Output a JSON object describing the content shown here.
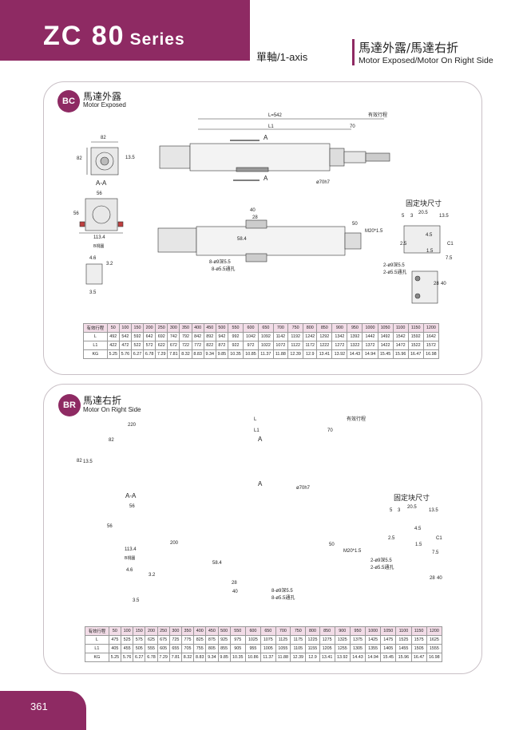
{
  "header": {
    "series_code": "ZC 80",
    "series_word": "Series",
    "axis": "單軸/1-axis",
    "title_zh": "馬達外露/馬達右折",
    "title_en": "Motor Exposed/Motor On Right Side"
  },
  "colors": {
    "brand": "#8e2a63",
    "table_header": "#f2dce7"
  },
  "section_bc": {
    "tag": "BC",
    "title_zh": "馬達外露",
    "title_en": "Motor Exposed",
    "fixed_block_title": "固定块尺寸",
    "drawing_labels": {
      "L_eq": "L=542",
      "stroke": "有效行程",
      "L1": "L1",
      "d70": "70",
      "A1": "A",
      "A2": "A",
      "phi70": "ø70h7",
      "d82": "82",
      "d82v": "82",
      "d13_5": "13.5",
      "AA": "A-A",
      "d56": "56",
      "d56v": "56",
      "d113_4": "113.4",
      "bolt": "B視圖",
      "d4_6": "4.6",
      "d3_2": "3.2",
      "d3_5": "3.5",
      "d40": "40",
      "d28": "28",
      "d50": "50",
      "m20": "M20*1.5",
      "d58_4": "58.4",
      "hole1": "8-ø9深5.5",
      "hole2": "8-ø5.5通孔",
      "fb_5": "5",
      "fb_3": "3",
      "fb_20_5": "20.5",
      "fb_13_5": "13.5",
      "fb_2_5": "2.5",
      "fb_4_5": "4.5",
      "fb_1_5": "1.5",
      "fb_c1": "C1",
      "fb_7_5": "7.5",
      "fb_hole1": "2-ø9深5.5",
      "fb_hole2": "2-ø5.5通孔",
      "fb_28": "28",
      "fb_40": "40"
    },
    "table": {
      "header_label": "有效行程",
      "strokes": [
        "50",
        "100",
        "150",
        "200",
        "250",
        "300",
        "350",
        "400",
        "450",
        "500",
        "550",
        "600",
        "650",
        "700",
        "750",
        "800",
        "850",
        "900",
        "950",
        "1000",
        "1050",
        "1100",
        "1150",
        "1200"
      ],
      "rows": [
        {
          "label": "L",
          "values": [
            "492",
            "542",
            "592",
            "642",
            "692",
            "742",
            "792",
            "842",
            "892",
            "942",
            "992",
            "1042",
            "1092",
            "1142",
            "1192",
            "1242",
            "1292",
            "1342",
            "1392",
            "1442",
            "1492",
            "1542",
            "1592",
            "1642"
          ]
        },
        {
          "label": "L1",
          "values": [
            "422",
            "472",
            "522",
            "572",
            "622",
            "672",
            "722",
            "772",
            "822",
            "872",
            "922",
            "972",
            "1022",
            "1072",
            "1122",
            "1172",
            "1222",
            "1272",
            "1322",
            "1372",
            "1422",
            "1472",
            "1522",
            "1572"
          ]
        },
        {
          "label": "KG",
          "values": [
            "5.25",
            "5.76",
            "6.27",
            "6.78",
            "7.29",
            "7.81",
            "8.32",
            "8.83",
            "9.34",
            "9.85",
            "10.35",
            "10.85",
            "11.37",
            "11.88",
            "12.39",
            "12.9",
            "13.41",
            "13.92",
            "14.43",
            "14.94",
            "15.45",
            "15.96",
            "16.47",
            "16.98"
          ]
        }
      ]
    }
  },
  "section_br": {
    "tag": "BR",
    "title_zh": "馬達右折",
    "title_en": "Motor On Right Side",
    "fixed_block_title": "固定块尺寸",
    "drawing_labels": {
      "L": "L",
      "stroke": "有效行程",
      "L1": "L1",
      "d70": "70",
      "d220": "220",
      "d82": "82",
      "d82v": "82",
      "d13_5": "13.5",
      "A1": "A",
      "A2": "A",
      "phi70": "ø70h7",
      "AA": "A-A",
      "d56": "56",
      "d56v": "56",
      "d113_4": "113.4",
      "bolt": "B視圖",
      "d4_6": "4.6",
      "d3_2": "3.2",
      "d3_5": "3.5",
      "d200": "200",
      "d50": "50",
      "m20": "M20*1.5",
      "d58_4": "58.4",
      "d28": "28",
      "d40": "40",
      "hole1": "8-ø9深5.5",
      "hole2": "8-ø5.5通孔",
      "fb_5": "5",
      "fb_3": "3",
      "fb_20_5": "20.5",
      "fb_13_5": "13.5",
      "fb_2_5": "2.5",
      "fb_4_5": "4.5",
      "fb_1_5": "1.5",
      "fb_c1": "C1",
      "fb_7_5": "7.5",
      "fb_hole1": "2-ø9深5.5",
      "fb_hole2": "2-ø5.5通孔",
      "fb_28": "28",
      "fb_40": "40"
    },
    "table": {
      "header_label": "有效行程",
      "strokes": [
        "50",
        "100",
        "150",
        "200",
        "250",
        "300",
        "350",
        "400",
        "450",
        "500",
        "550",
        "600",
        "650",
        "700",
        "750",
        "800",
        "850",
        "900",
        "950",
        "1000",
        "1050",
        "1100",
        "1150",
        "1200"
      ],
      "rows": [
        {
          "label": "L",
          "values": [
            "475",
            "525",
            "575",
            "625",
            "675",
            "725",
            "775",
            "825",
            "875",
            "925",
            "975",
            "1025",
            "1075",
            "1125",
            "1175",
            "1225",
            "1275",
            "1325",
            "1375",
            "1425",
            "1475",
            "1525",
            "1575",
            "1625"
          ]
        },
        {
          "label": "L1",
          "values": [
            "405",
            "455",
            "505",
            "555",
            "605",
            "655",
            "705",
            "755",
            "805",
            "855",
            "905",
            "955",
            "1005",
            "1055",
            "1105",
            "1155",
            "1205",
            "1255",
            "1305",
            "1355",
            "1405",
            "1455",
            "1505",
            "1555"
          ]
        },
        {
          "label": "KG",
          "values": [
            "5.25",
            "5.76",
            "6.27",
            "6.78",
            "7.29",
            "7.81",
            "8.32",
            "8.83",
            "9.34",
            "9.85",
            "10.35",
            "10.86",
            "11.37",
            "11.88",
            "12.39",
            "12.9",
            "13.41",
            "13.92",
            "14.43",
            "14.94",
            "15.45",
            "15.96",
            "16.47",
            "16.98"
          ]
        }
      ]
    }
  },
  "footer": {
    "page_number": "361"
  }
}
